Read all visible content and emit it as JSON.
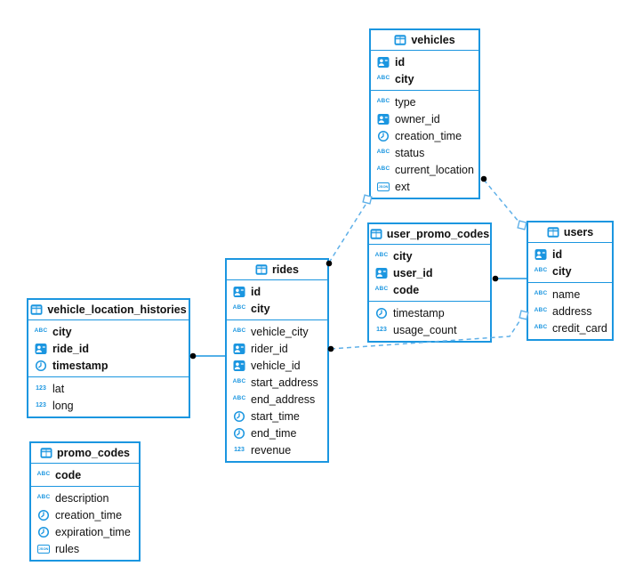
{
  "diagram": {
    "background": "#ffffff",
    "accent_blue": "#1b96e0",
    "dashed_line_blue": "#5fb0e8",
    "text_color": "#111111",
    "endpoint_dot_color": "#000000"
  },
  "icon_glyphs": {
    "string": "ABC",
    "number": "123",
    "json": "JSON"
  },
  "tables": [
    {
      "name": "vehicles",
      "fields": [
        {
          "name": "id",
          "type": "id",
          "pk": true
        },
        {
          "name": "city",
          "type": "string",
          "pk": true
        },
        {
          "name": "type",
          "type": "string",
          "pk": false
        },
        {
          "name": "owner_id",
          "type": "id",
          "pk": false
        },
        {
          "name": "creation_time",
          "type": "timestamp",
          "pk": false
        },
        {
          "name": "status",
          "type": "string",
          "pk": false
        },
        {
          "name": "current_location",
          "type": "string",
          "pk": false
        },
        {
          "name": "ext",
          "type": "json",
          "pk": false
        }
      ]
    },
    {
      "name": "user_promo_codes",
      "fields": [
        {
          "name": "city",
          "type": "string",
          "pk": true
        },
        {
          "name": "user_id",
          "type": "id",
          "pk": true
        },
        {
          "name": "code",
          "type": "string",
          "pk": true
        },
        {
          "name": "timestamp",
          "type": "timestamp",
          "pk": false
        },
        {
          "name": "usage_count",
          "type": "number",
          "pk": false
        }
      ]
    },
    {
      "name": "users",
      "fields": [
        {
          "name": "id",
          "type": "id",
          "pk": true
        },
        {
          "name": "city",
          "type": "string",
          "pk": true
        },
        {
          "name": "name",
          "type": "string",
          "pk": false
        },
        {
          "name": "address",
          "type": "string",
          "pk": false
        },
        {
          "name": "credit_card",
          "type": "string",
          "pk": false
        }
      ]
    },
    {
      "name": "rides",
      "fields": [
        {
          "name": "id",
          "type": "id",
          "pk": true
        },
        {
          "name": "city",
          "type": "string",
          "pk": true
        },
        {
          "name": "vehicle_city",
          "type": "string",
          "pk": false
        },
        {
          "name": "rider_id",
          "type": "id",
          "pk": false
        },
        {
          "name": "vehicle_id",
          "type": "id",
          "pk": false
        },
        {
          "name": "start_address",
          "type": "string",
          "pk": false
        },
        {
          "name": "end_address",
          "type": "string",
          "pk": false
        },
        {
          "name": "start_time",
          "type": "timestamp",
          "pk": false
        },
        {
          "name": "end_time",
          "type": "timestamp",
          "pk": false
        },
        {
          "name": "revenue",
          "type": "number",
          "pk": false
        }
      ]
    },
    {
      "name": "vehicle_location_histories",
      "fields": [
        {
          "name": "city",
          "type": "string",
          "pk": true
        },
        {
          "name": "ride_id",
          "type": "id",
          "pk": true
        },
        {
          "name": "timestamp",
          "type": "timestamp",
          "pk": true
        },
        {
          "name": "lat",
          "type": "number",
          "pk": false
        },
        {
          "name": "long",
          "type": "number",
          "pk": false
        }
      ]
    },
    {
      "name": "promo_codes",
      "fields": [
        {
          "name": "code",
          "type": "string",
          "pk": true
        },
        {
          "name": "description",
          "type": "string",
          "pk": false
        },
        {
          "name": "creation_time",
          "type": "timestamp",
          "pk": false
        },
        {
          "name": "expiration_time",
          "type": "timestamp",
          "pk": false
        },
        {
          "name": "rules",
          "type": "json",
          "pk": false
        }
      ]
    }
  ],
  "relationships": [
    {
      "from": "vehicles",
      "to": "rides",
      "style": "dashed"
    },
    {
      "from": "vehicles",
      "to": "users",
      "style": "dashed"
    },
    {
      "from": "rides",
      "to": "users",
      "style": "dashed"
    },
    {
      "from": "vehicle_location_histories",
      "to": "rides",
      "style": "solid"
    },
    {
      "from": "user_promo_codes",
      "to": "users",
      "style": "solid"
    }
  ]
}
